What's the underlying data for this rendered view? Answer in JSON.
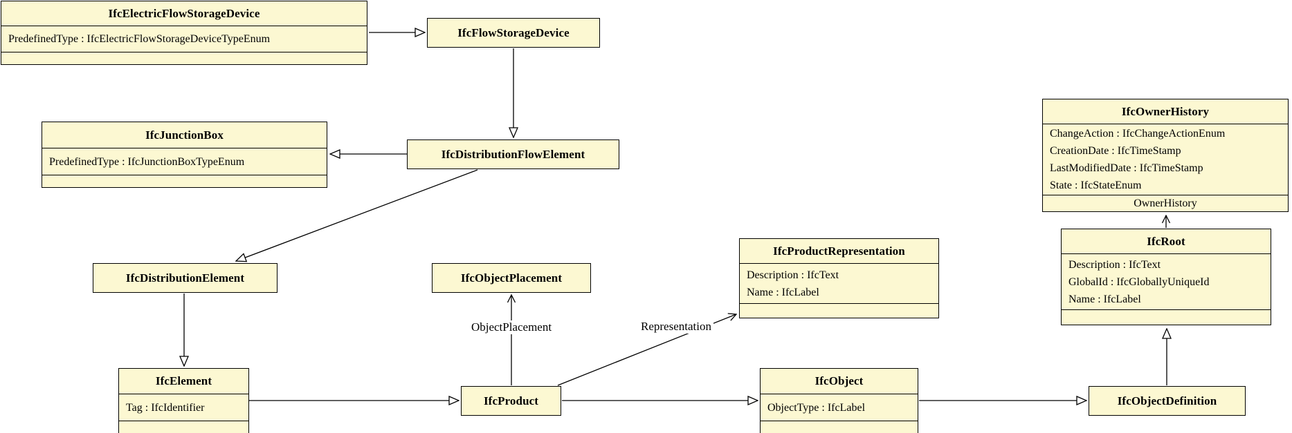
{
  "diagram": {
    "background_color": "#ffffff",
    "node_fill_color": "#fcf8d2",
    "node_border_color": "#000000",
    "type": "uml-class-diagram"
  },
  "nodes": {
    "electric_flow_storage_device": {
      "title": "IfcElectricFlowStorageDevice",
      "attributes": [
        "PredefinedType : IfcElectricFlowStorageDeviceTypeEnum"
      ]
    },
    "flow_storage_device": {
      "title": "IfcFlowStorageDevice",
      "attributes": []
    },
    "junction_box": {
      "title": "IfcJunctionBox",
      "attributes": [
        "PredefinedType : IfcJunctionBoxTypeEnum"
      ]
    },
    "distribution_flow_element": {
      "title": "IfcDistributionFlowElement",
      "attributes": []
    },
    "owner_history": {
      "title": "IfcOwnerHistory",
      "attributes": [
        "ChangeAction : IfcChangeActionEnum",
        "CreationDate : IfcTimeStamp",
        "LastModifiedDate : IfcTimeStamp",
        "State : IfcStateEnum"
      ],
      "footer_label": "OwnerHistory"
    },
    "distribution_element": {
      "title": "IfcDistributionElement",
      "attributes": []
    },
    "object_placement": {
      "title": "IfcObjectPlacement",
      "attributes": []
    },
    "product_representation": {
      "title": "IfcProductRepresentation",
      "attributes": [
        "Description : IfcText",
        "Name : IfcLabel"
      ]
    },
    "root": {
      "title": "IfcRoot",
      "attributes": [
        "Description : IfcText",
        "GlobalId : IfcGloballyUniqueId",
        "Name : IfcLabel"
      ]
    },
    "element": {
      "title": "IfcElement",
      "attributes": [
        "Tag : IfcIdentifier"
      ]
    },
    "product": {
      "title": "IfcProduct",
      "attributes": []
    },
    "object": {
      "title": "IfcObject",
      "attributes": [
        "ObjectType : IfcLabel"
      ]
    },
    "object_definition": {
      "title": "IfcObjectDefinition",
      "attributes": []
    }
  },
  "edge_labels": {
    "object_placement": "ObjectPlacement",
    "representation": "Representation"
  },
  "edges": [
    {
      "from": "IfcElectricFlowStorageDevice",
      "to": "IfcFlowStorageDevice",
      "type": "generalization"
    },
    {
      "from": "IfcFlowStorageDevice",
      "to": "IfcDistributionFlowElement",
      "type": "generalization"
    },
    {
      "from": "IfcDistributionFlowElement",
      "to": "IfcJunctionBox",
      "type": "generalization"
    },
    {
      "from": "IfcDistributionFlowElement",
      "to": "IfcDistributionElement",
      "type": "generalization"
    },
    {
      "from": "IfcDistributionElement",
      "to": "IfcElement",
      "type": "generalization"
    },
    {
      "from": "IfcElement",
      "to": "IfcProduct",
      "type": "generalization"
    },
    {
      "from": "IfcProduct",
      "to": "IfcObject",
      "type": "generalization"
    },
    {
      "from": "IfcObject",
      "to": "IfcObjectDefinition",
      "type": "generalization"
    },
    {
      "from": "IfcObjectDefinition",
      "to": "IfcRoot",
      "type": "generalization"
    },
    {
      "from": "IfcProduct",
      "to": "IfcObjectPlacement",
      "type": "association",
      "label": "ObjectPlacement"
    },
    {
      "from": "IfcProduct",
      "to": "IfcProductRepresentation",
      "type": "association",
      "label": "Representation"
    },
    {
      "from": "IfcRoot",
      "to": "IfcOwnerHistory",
      "type": "association",
      "label": "OwnerHistory"
    }
  ]
}
